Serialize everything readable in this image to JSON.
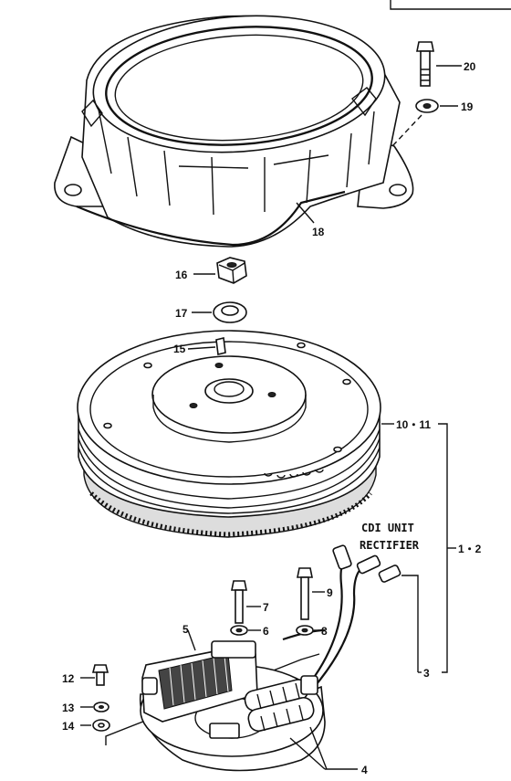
{
  "callouts": {
    "p1_2": "1・2",
    "p3": "3",
    "p4": "4",
    "p5": "5",
    "p6": "6",
    "p7": "7",
    "p8": "8",
    "p9": "9",
    "p10_11": "10・11",
    "p12": "12",
    "p13": "13",
    "p14": "14",
    "p15": "15",
    "p16": "16",
    "p17": "17",
    "p18": "18",
    "p19": "19",
    "p20": "20"
  },
  "captions": {
    "cdi_unit": "CDI UNIT",
    "rectifier": "RECTIFIER"
  }
}
